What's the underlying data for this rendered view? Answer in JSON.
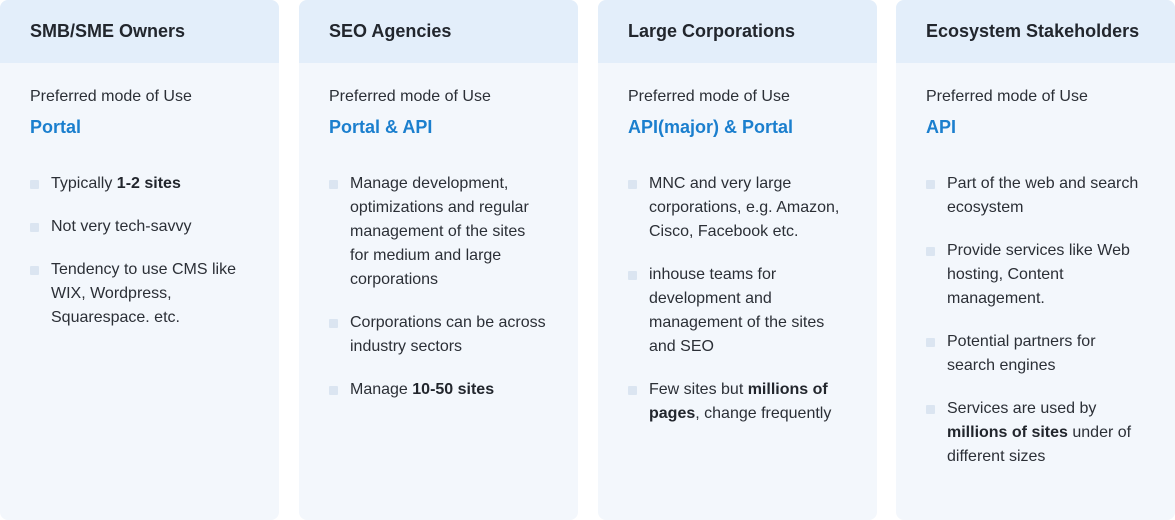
{
  "cards": [
    {
      "title": "SMB/SME Owners",
      "mode_label": "Preferred mode of Use",
      "mode_value": "Portal",
      "points": [
        {
          "a": "Typically ",
          "b": "1-2 sites",
          "c": ""
        },
        {
          "a": "Not very tech-savvy",
          "b": "",
          "c": ""
        },
        {
          "a": "Tendency to use CMS like WIX, Wordpress, Squarespace. etc.",
          "b": "",
          "c": ""
        }
      ]
    },
    {
      "title": "SEO Agencies",
      "mode_label": "Preferred mode of Use",
      "mode_value": "Portal & API",
      "points": [
        {
          "a": "Manage development, optimizations and regular management of the sites for medium and large corporations",
          "b": "",
          "c": ""
        },
        {
          "a": "Corporations can be across industry sectors",
          "b": "",
          "c": ""
        },
        {
          "a": "Manage ",
          "b": "10-50 sites",
          "c": ""
        }
      ]
    },
    {
      "title": "Large Corporations",
      "mode_label": "Preferred mode of Use",
      "mode_value": "API(major) & Portal",
      "points": [
        {
          "a": "MNC and very large corporations, e.g. Amazon, Cisco, Facebook etc.",
          "b": "",
          "c": ""
        },
        {
          "a": "inhouse teams for development and management of the sites and SEO",
          "b": "",
          "c": ""
        },
        {
          "a": "Few sites but ",
          "b": "millions of pages",
          "c": ", change frequently"
        }
      ]
    },
    {
      "title": "Ecosystem Stakeholders",
      "mode_label": "Preferred mode of Use",
      "mode_value": "API",
      "points": [
        {
          "a": "Part of the web and search ecosystem",
          "b": "",
          "c": ""
        },
        {
          "a": "Provide services like Web hosting, Content management.",
          "b": "",
          "c": ""
        },
        {
          "a": "Potential partners for search engines",
          "b": "",
          "c": ""
        },
        {
          "a": "Services are used by ",
          "b": "millions of sites",
          "c": " under of different sizes"
        }
      ]
    }
  ]
}
